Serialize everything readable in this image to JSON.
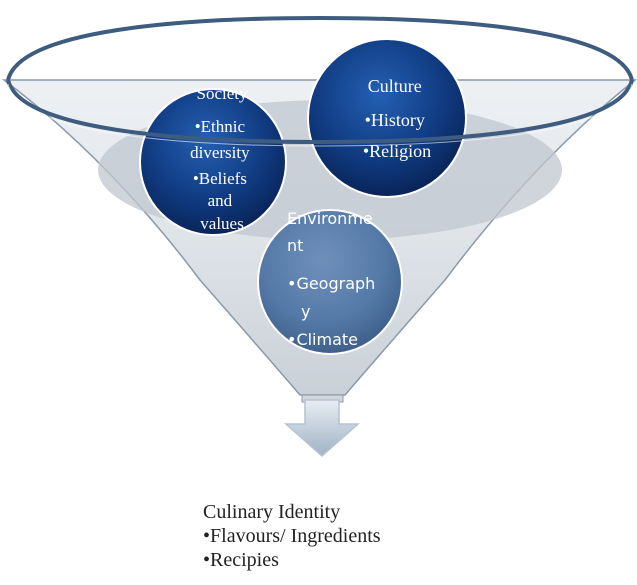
{
  "diagram": {
    "society": {
      "title": "Society",
      "bullets": [
        "•Ethnic",
        "diversity",
        "•Beliefs",
        "and",
        "values"
      ]
    },
    "culture": {
      "title": "Culture",
      "bullets": [
        "•History",
        "•Religion"
      ]
    },
    "environment": {
      "title_lines": [
        "Environme",
        "nt"
      ],
      "bullets": [
        "•Geograph",
        "y",
        "•Climate"
      ]
    },
    "output": {
      "title": "Culinary Identity",
      "items": [
        "Flavours/ Ingredients",
        "Recipies"
      ]
    }
  },
  "colors": {
    "ball_dark": "#0d2d6b",
    "ball_mid": "#1d4f9c",
    "ball_light": "#5a7fb0",
    "funnel_fill": "#d7dde3",
    "funnel_edge": "#3e5b80"
  }
}
